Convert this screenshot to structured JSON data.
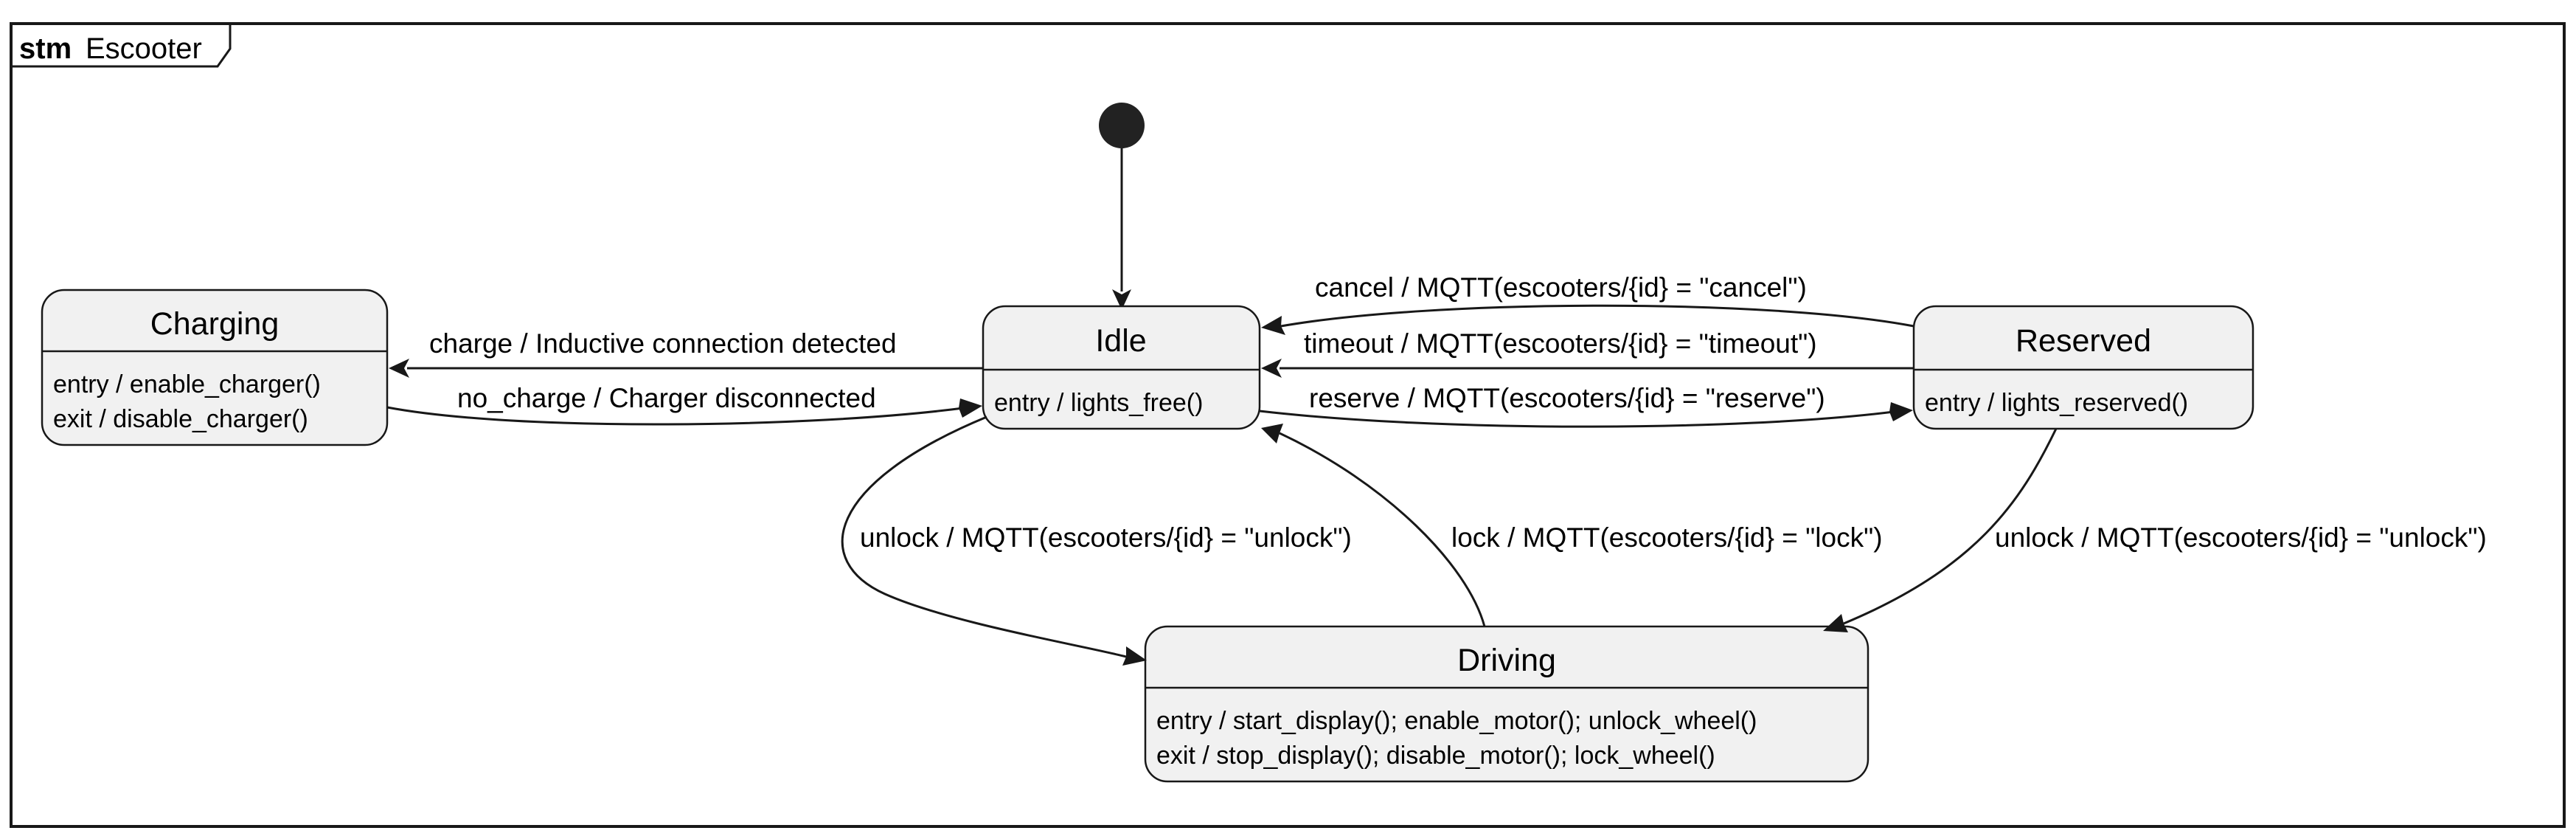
{
  "frame": {
    "keyword": "stm",
    "name": "Escooter"
  },
  "states": {
    "idle": {
      "title": "Idle",
      "actions": [
        "entry / lights_free()"
      ]
    },
    "charging": {
      "title": "Charging",
      "actions": [
        "entry / enable_charger()",
        "exit / disable_charger()"
      ]
    },
    "reserved": {
      "title": "Reserved",
      "actions": [
        "entry / lights_reserved()"
      ]
    },
    "driving": {
      "title": "Driving",
      "actions": [
        "entry / start_display(); enable_motor(); unlock_wheel()",
        "exit / stop_display(); disable_motor(); lock_wheel()"
      ]
    }
  },
  "transitions": {
    "charge": "charge / Inductive connection detected",
    "no_charge": "no_charge / Charger disconnected",
    "cancel": "cancel / MQTT(escooters/{id} = \"cancel\")",
    "timeout": "timeout / MQTT(escooters/{id} = \"timeout\")",
    "reserve": "reserve / MQTT(escooters/{id} = \"reserve\")",
    "unlock_idle": "unlock / MQTT(escooters/{id} = \"unlock\")",
    "lock": "lock / MQTT(escooters/{id} = \"lock\")",
    "unlock_reserved": "unlock / MQTT(escooters/{id} = \"unlock\")"
  },
  "colors": {
    "line": "#181818",
    "state_fill": "#f1f1f1",
    "initial": "#222222"
  }
}
